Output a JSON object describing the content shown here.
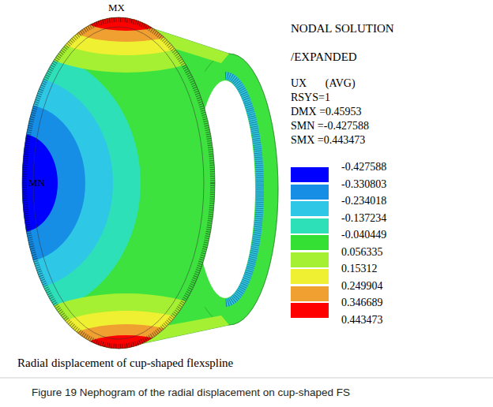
{
  "diagram": {
    "title": "Radial displacement of cup-shaped flexspline",
    "caption": "Figure 19 Nephogram of the radial displacement on cup-shaped FS",
    "labels": [
      "MX",
      "MN",
      "NODAL SOLUTION",
      "/EXPANDED",
      "UX (AVG)",
      "RSYS=1",
      "DMX =0.45953",
      "SMN =-0.427588",
      "SMX =0.443473",
      "0.443473"
    ],
    "legend": [
      {
        "text": "-0.427588",
        "color": "#0000ff"
      },
      {
        "text": "-0.330803",
        "color": "#178ee6"
      },
      {
        "text": "-0.234018",
        "color": "#2ec7e6"
      },
      {
        "text": "-0.137234",
        "color": "#2ee0b8"
      },
      {
        "text": "-0.040449",
        "color": "#33e033"
      },
      {
        "text": "0.056335",
        "color": "#a6f033"
      },
      {
        "text": "0.15312",
        "color": "#f0f033"
      },
      {
        "text": "0.249904",
        "color": "#f0a030"
      },
      {
        "text": "0.346689",
        "color": "#ff0000"
      }
    ]
  }
}
